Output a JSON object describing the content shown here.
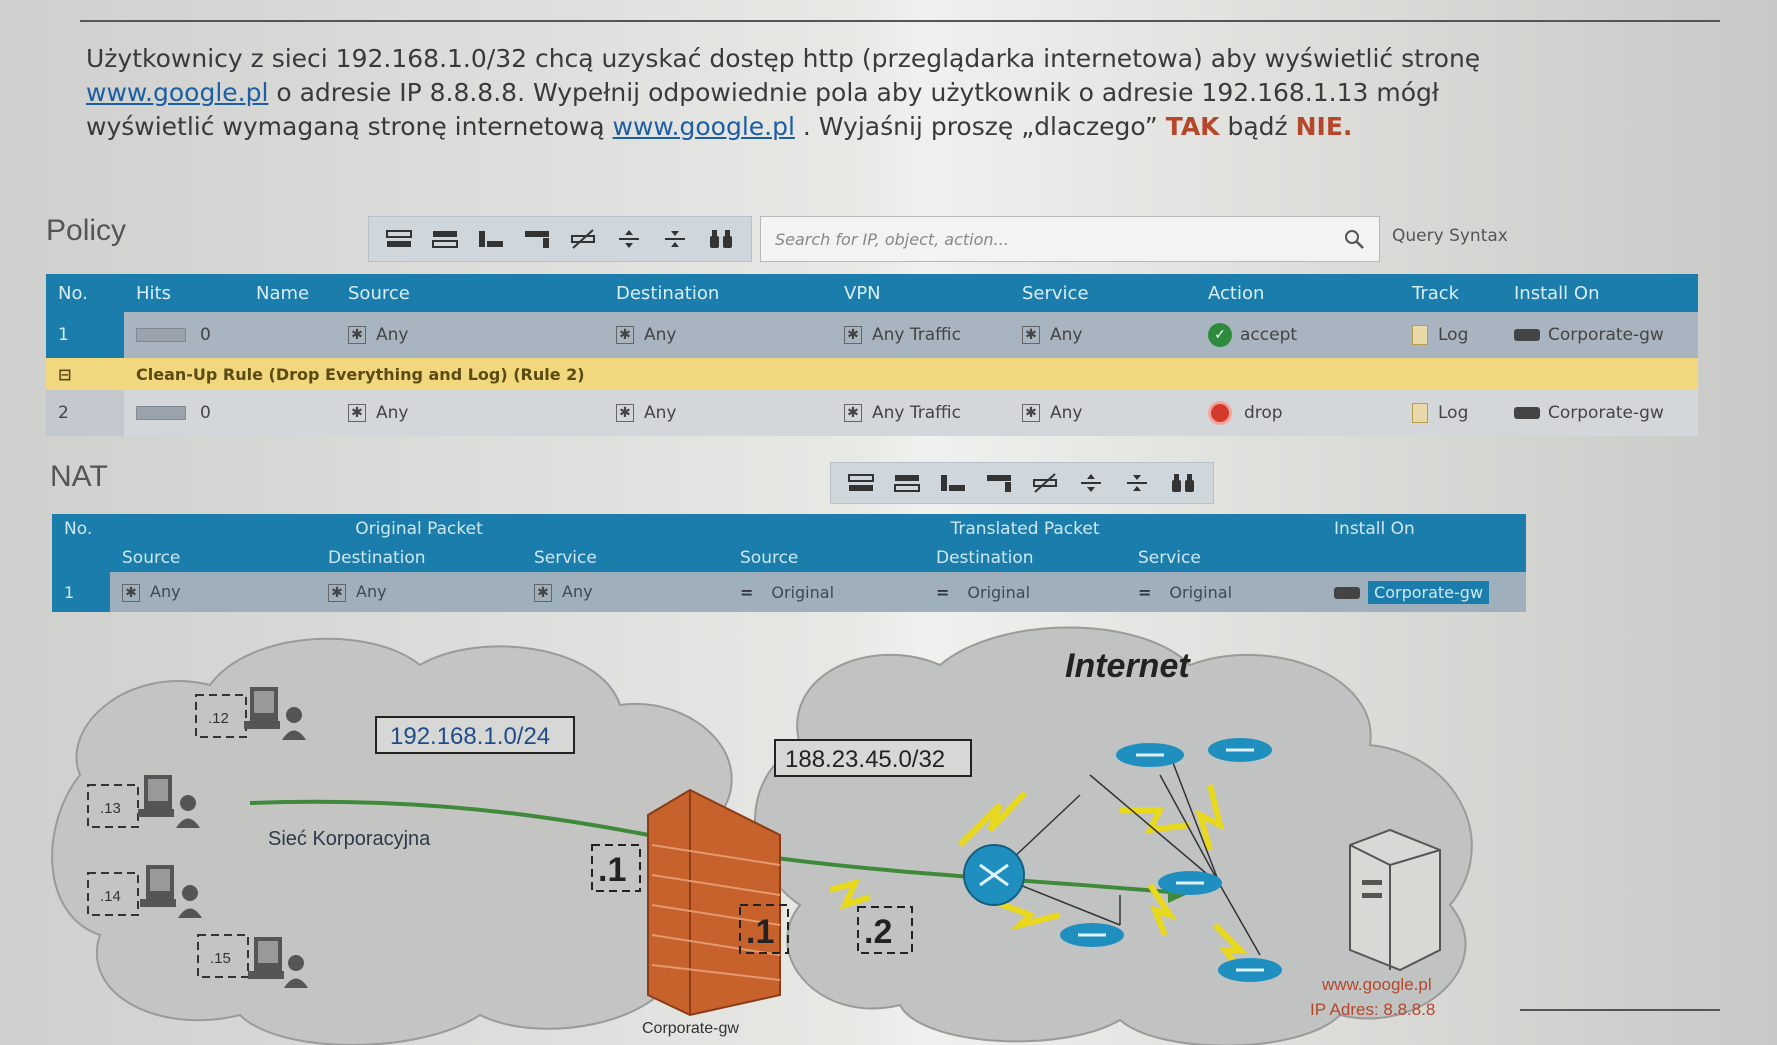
{
  "question": {
    "line1": "Użytkownicy z sieci 192.168.1.0/32 chcą uzyskać dostęp http (przeglądarka internetowa) aby wyświetlić stronę",
    "link1": "www.google.pl",
    "line2": " o adresie IP 8.8.8.8. Wypełnij odpowiednie pola aby użytkownik o adresie 192.168.1.13  mógł",
    "line3": "wyświetlić wymaganą stronę internetową ",
    "link2": "www.google.pl",
    "line4": " . Wyjaśnij proszę „dlaczego” ",
    "tak": "TAK",
    "bad": " bądź ",
    "nie": "NIE."
  },
  "policy": {
    "title": "Policy",
    "search_placeholder": "Search for IP, object, action...",
    "query_syntax": "Query Syntax",
    "columns": [
      "No.",
      "Hits",
      "Name",
      "Source",
      "Destination",
      "VPN",
      "Service",
      "Action",
      "Track",
      "Install On"
    ],
    "rows": [
      {
        "no": "1",
        "hits": "0",
        "name": "",
        "source": "Any",
        "destination": "Any",
        "vpn": "Any Traffic",
        "service": "Any",
        "action": "accept",
        "track": "Log",
        "install_on": "Corporate-gw"
      },
      {
        "no": "2",
        "hits": "0",
        "name": "",
        "source": "Any",
        "destination": "Any",
        "vpn": "Any Traffic",
        "service": "Any",
        "action": "drop",
        "track": "Log",
        "install_on": "Corporate-gw"
      }
    ],
    "section_label": "Clean-Up Rule (Drop Everything and Log)   (Rule 2)"
  },
  "nat": {
    "title": "NAT",
    "header_no": "No.",
    "header_original": "Original Packet",
    "header_translated": "Translated Packet",
    "header_install": "Install On",
    "sub_columns": [
      "Source",
      "Destination",
      "Service",
      "Source",
      "Destination",
      "Service"
    ],
    "row": {
      "no": "1",
      "o_source": "Any",
      "o_destination": "Any",
      "o_service": "Any",
      "t_source": "Original",
      "t_destination": "Original",
      "t_service": "Original",
      "install_on": "Corporate-gw"
    }
  },
  "diagram": {
    "internet_label": "Internet",
    "lan_net": "192.168.1.0/24",
    "wan_net": "188.23.45.0/32",
    "lan_label": "Sieć Korporacyjna",
    "hosts": [
      ".12",
      ".13",
      ".14",
      ".15"
    ],
    "fw_lan_ip": ".1",
    "fw_wan_ip": ".1",
    "router_ip": ".2",
    "fw_label": "Corporate-gw",
    "server_name": "www.google.pl",
    "server_ip": "IP Adres: 8.8.8.8"
  },
  "colors": {
    "header_blue": "#1b7dab",
    "section_yellow": "#f1d77e",
    "accent_red": "#b5472a",
    "path_green": "#3e8a3a"
  }
}
